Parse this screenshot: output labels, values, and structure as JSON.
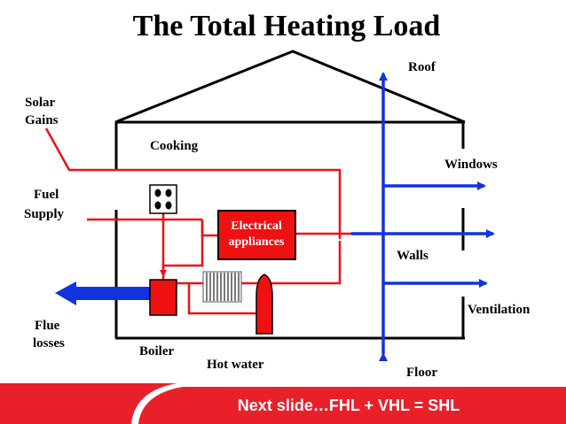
{
  "title": "The Total Heating Load",
  "labels": {
    "roof": "Roof",
    "solar_gains": [
      "Solar",
      "Gains"
    ],
    "cooking": "Cooking",
    "windows": "Windows",
    "fuel_supply": [
      "Fuel",
      "Supply"
    ],
    "electrical_appliances": [
      "Electrical",
      "appliances"
    ],
    "walls": "Walls",
    "ventilation": "Ventilation",
    "flue_losses": [
      "Flue",
      "losses"
    ],
    "boiler": "Boiler",
    "hot_water": "Hot water",
    "floor": "Floor"
  },
  "footer": {
    "text": "Next slide…FHL + VHL = SHL"
  },
  "colors": {
    "heat_in": "#ee1111",
    "heat_out": "#1133dd",
    "footer_bg": "#e8202a",
    "footer_arc": "#ffffff",
    "house": "#000000"
  }
}
